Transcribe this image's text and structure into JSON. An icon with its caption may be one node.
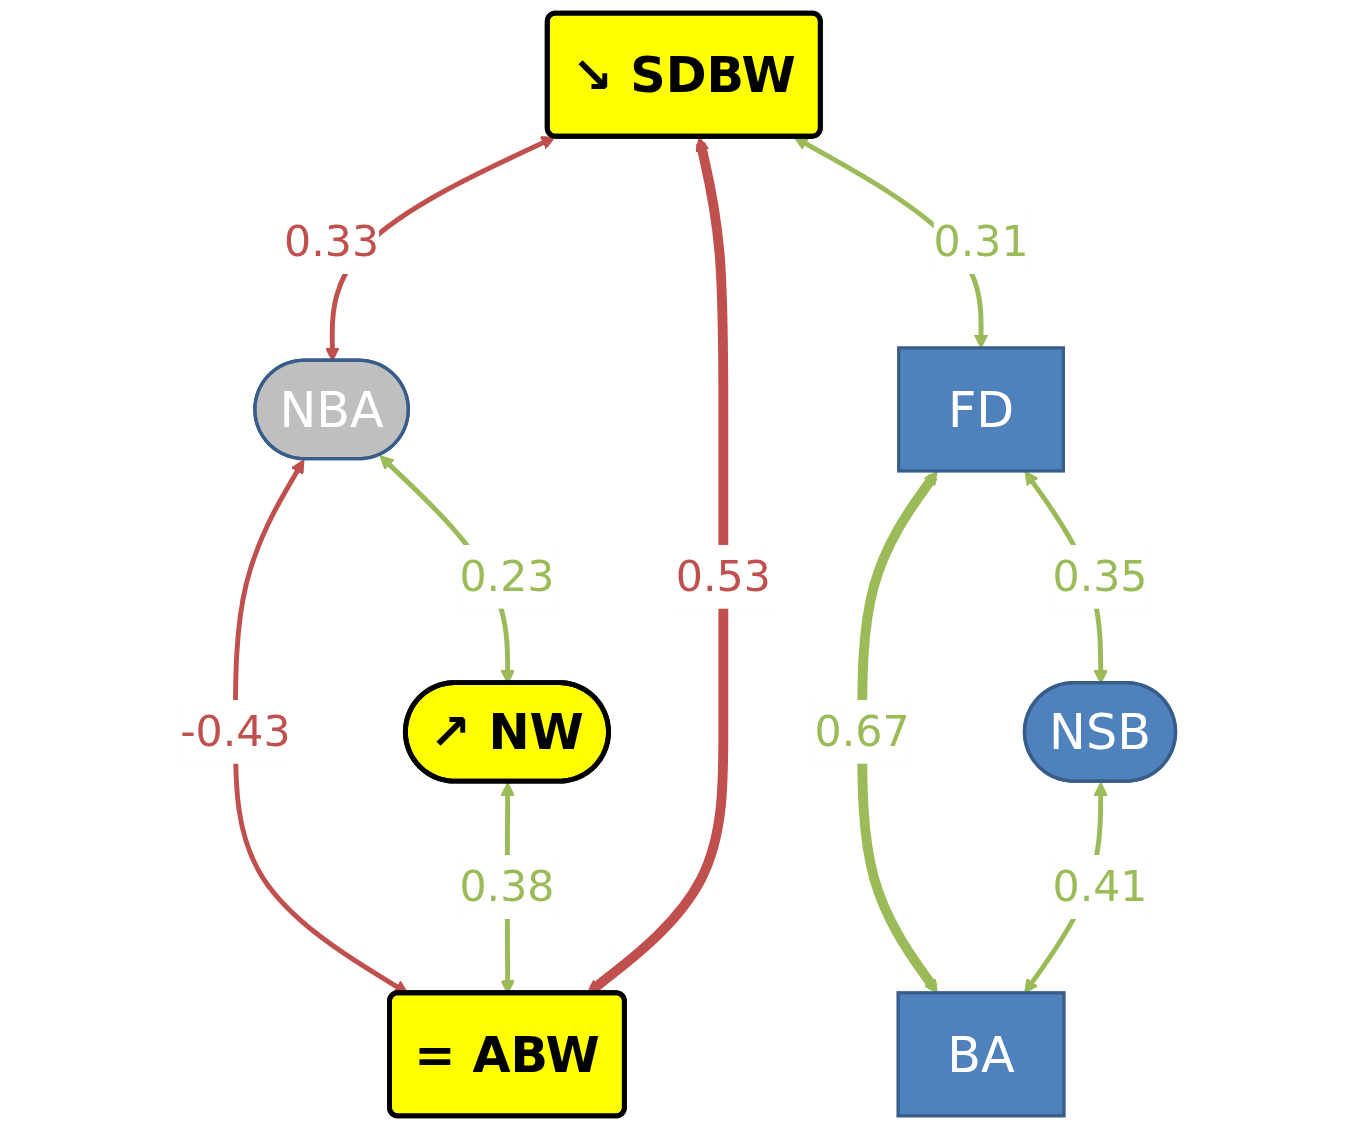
{
  "diagram": {
    "nodes": [
      {
        "text": [
          "NBA"
        ]
      },
      {
        "text": [
          "↗ NW"
        ]
      },
      {
        "text": [
          "↘ SDBW"
        ]
      },
      {
        "text": [
          "= ABW"
        ]
      },
      {
        "text": [
          "FD"
        ]
      },
      {
        "text": [
          "BA"
        ]
      },
      {
        "text": [
          "NSB"
        ]
      }
    ],
    "edges": [
      {
        "from": 0,
        "to": 1,
        "arrow": "both",
        "label": "0.23"
      },
      {
        "from": 0,
        "to": 3,
        "arrow": "both",
        "label": "-0.43",
        "color": "#c0504d"
      },
      {
        "from": 1,
        "to": 3,
        "arrow": "both",
        "label": "0.38"
      },
      {
        "from": 2,
        "to": 0,
        "arrow": "both",
        "label": "0.33",
        "color": "#c0504d"
      },
      {
        "from": 2,
        "to": 3,
        "arrow": "both",
        "label": "0.53",
        "style": "thick",
        "color": "#c0504d"
      },
      {
        "from": 2,
        "to": 4,
        "arrow": "both",
        "label": "0.31"
      },
      {
        "from": 4,
        "to": 5,
        "arrow": "both",
        "label": "0.67",
        "style": "thick"
      },
      {
        "from": 4,
        "to": 6,
        "arrow": "both",
        "label": "0.35"
      },
      {
        "from": 6,
        "to": 5,
        "arrow": "both",
        "label": "0.41"
      }
    ]
  }
}
